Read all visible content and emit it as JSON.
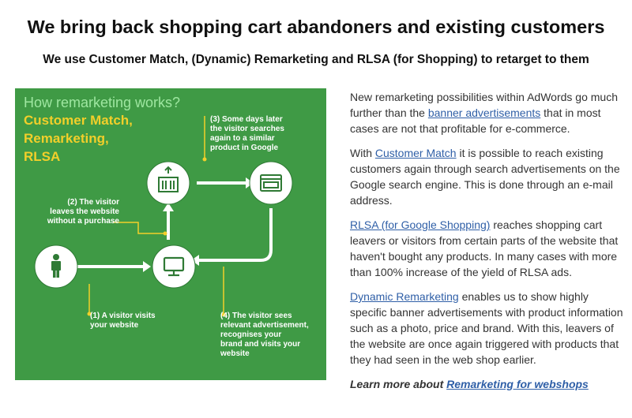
{
  "header": {
    "title": "We bring back shopping cart abandoners and existing customers",
    "subtitle": "We use Customer Match, (Dynamic) Remarketing and RLSA (for Shopping) to retarget to them"
  },
  "infographic": {
    "heading": "How remarketing works?",
    "big_line1": "Customer Match,",
    "big_line2": "Remarketing,",
    "big_line3": "RLSA",
    "step3": [
      "(3) Some days later",
      "the visitor searches",
      "again to a similar",
      "product in Google"
    ],
    "step2": [
      "(2) The visitor",
      "leaves the website",
      "without a purchase"
    ],
    "step1": [
      "(1) A visitor visits",
      "your website"
    ],
    "step4": [
      "(4) The visitor sees",
      "relevant advertisement,",
      "recognises your",
      "brand and visits your",
      "website"
    ],
    "colors": {
      "background": "#3f9a45",
      "accent": "#f2cf2a",
      "heading": "#9ee6a0"
    },
    "icons": [
      "person-icon",
      "monitor-icon",
      "shopping-bag-icon",
      "browser-window-icon"
    ]
  },
  "content": {
    "p1": {
      "before": "New remarketing possibilities within AdWords go much further than the ",
      "link": "banner advertisements",
      "after": " that in most cases are not that profitable for e-commerce."
    },
    "p2": {
      "before": "With ",
      "link": "Customer Match",
      "after": " it is possible to reach existing customers again through search advertisements on the Google search engine. This is done through an e-mail address."
    },
    "p3": {
      "link": "RLSA (for Google Shopping)",
      "after": " reaches shopping cart leavers or visitors from certain parts of the website that haven't bought any products. In many cases with more than 100% increase of the yield of RLSA ads."
    },
    "p4": {
      "link": "Dynamic Remarketing",
      "after": " enables us to show highly specific banner advertisements with product information such as a photo, price and brand. With this, leavers of the website are once again triggered with products that they had seen in the web shop earlier."
    },
    "learn": {
      "before": "Learn more about ",
      "link": "Remarketing for webshops"
    }
  }
}
